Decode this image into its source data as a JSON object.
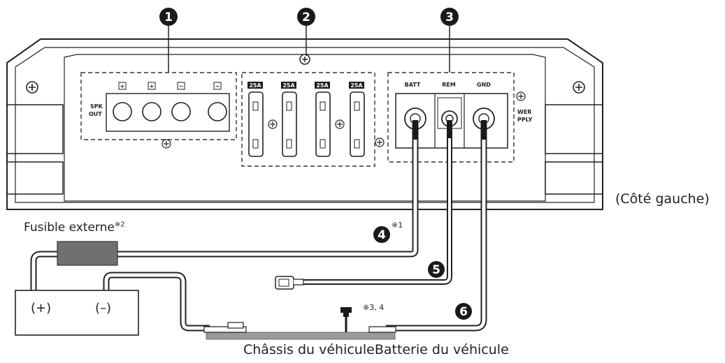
{
  "callouts": [
    "1",
    "2",
    "3",
    "4",
    "5",
    "6"
  ],
  "side_label": "(Côté gauche)",
  "fuse_label": "Fusible externe",
  "fuse_note": "※2",
  "ref_4_note": "※1",
  "ref_34_note": "※3, 4",
  "battery": {
    "positive": "(+)",
    "negative": "(–)"
  },
  "chassis_label": "Châssis du véhiculeBatterie du véhicule",
  "spk": {
    "label_line1": "SPK",
    "label_line2": "OUT",
    "marks": [
      "+",
      "+",
      "−",
      "−"
    ]
  },
  "fuses": [
    "25A",
    "25A",
    "25A",
    "25A"
  ],
  "power": {
    "batt": "BATT",
    "rem": "REM",
    "gnd": "GND",
    "side_line1": "WER",
    "side_line2": "PPLY"
  }
}
